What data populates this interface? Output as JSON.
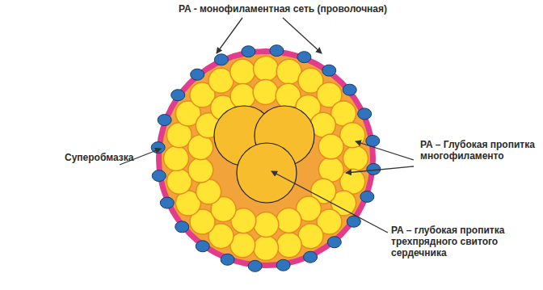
{
  "diagram": {
    "labels": [
      "PA - монофиламентная сеть (проволочная)",
      "Суперобмазка",
      "PA – Глубокая пропитка многофиламенто",
      "PA – глубокая пропитка трехпрядного свитого сердечника"
    ]
  }
}
